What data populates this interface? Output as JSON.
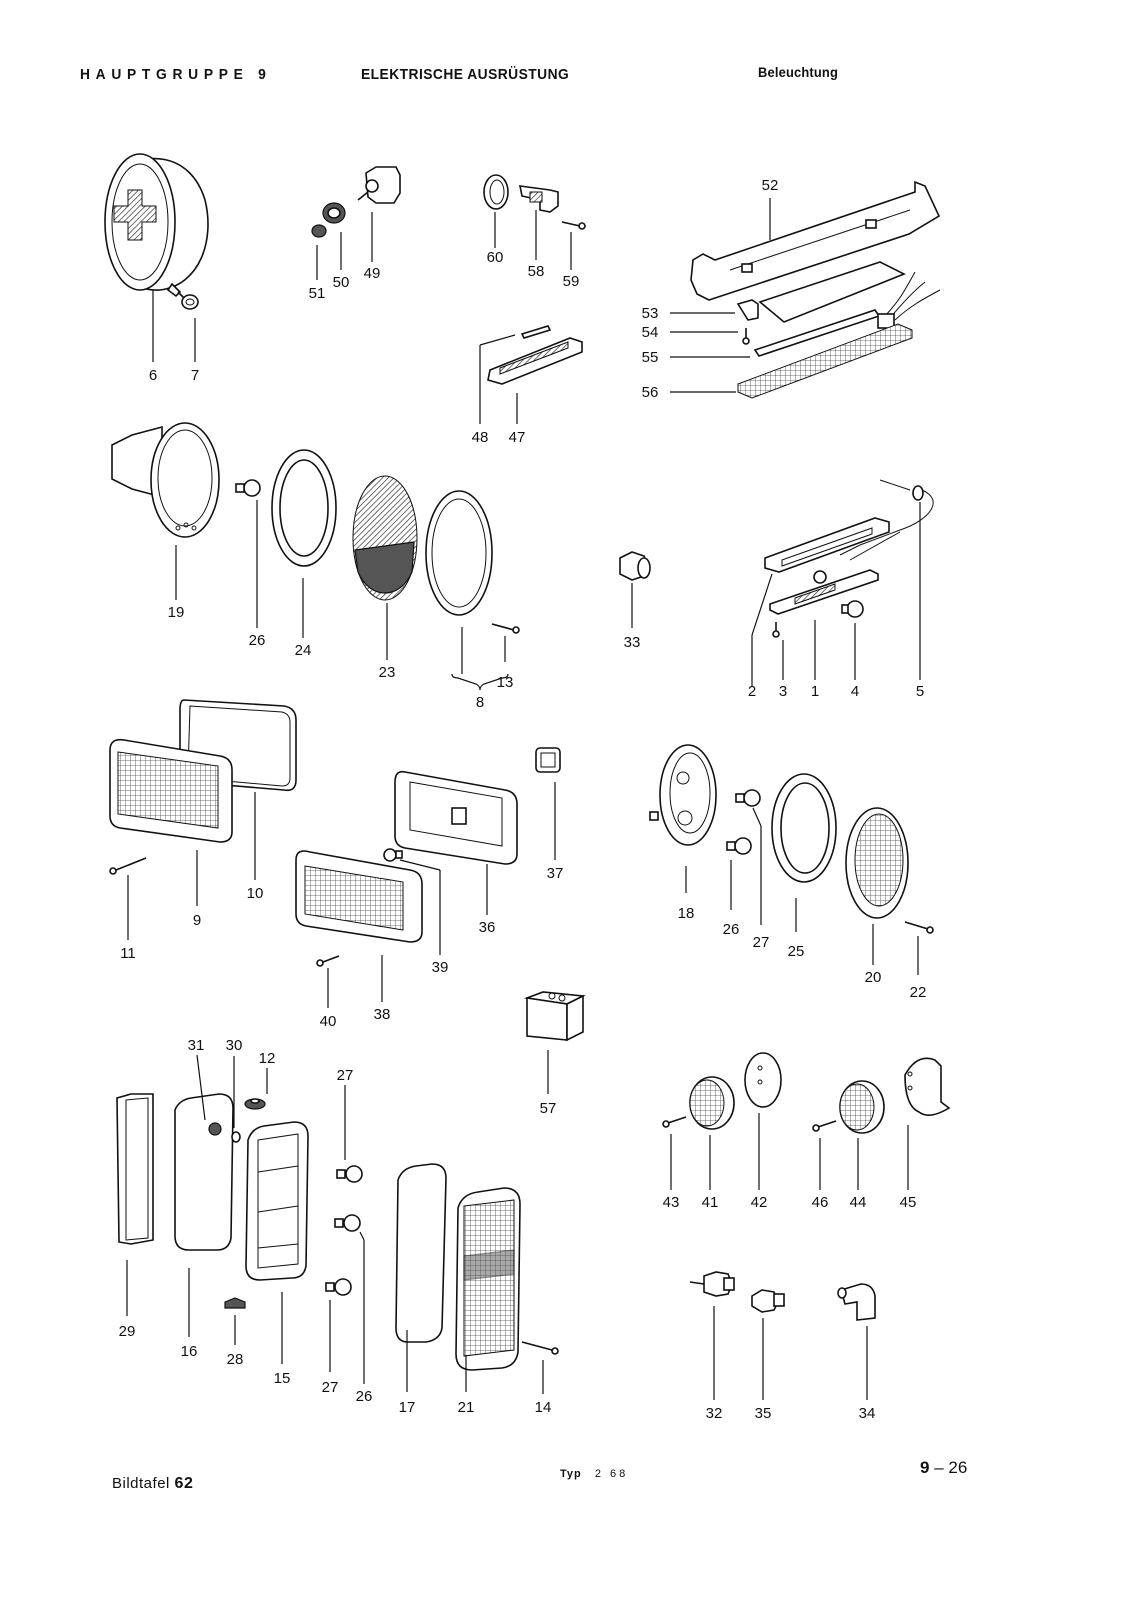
{
  "header": {
    "group": "HAUPTGRUPPE 9",
    "section": "ELEKTRISCHE AUSRÜSTUNG",
    "subsection": "Beleuchtung"
  },
  "footer": {
    "plate_label": "Bildtafel",
    "plate_number": "62",
    "type_label": "Typ",
    "type_value": "2 68",
    "page_group": "9",
    "page_sep": "–",
    "page_number": "26"
  },
  "parts": [
    {
      "id": "p6",
      "label": "6",
      "icon": "headlamp-red-cross"
    },
    {
      "id": "p7",
      "label": "7",
      "icon": "nut"
    },
    {
      "id": "p49",
      "label": "49",
      "icon": "switch"
    },
    {
      "id": "p50",
      "label": "50",
      "icon": "bezel"
    },
    {
      "id": "p51",
      "label": "51",
      "icon": "knob"
    },
    {
      "id": "p60",
      "label": "60",
      "icon": "ring"
    },
    {
      "id": "p58",
      "label": "58",
      "icon": "door-contact-switch"
    },
    {
      "id": "p59",
      "label": "59",
      "icon": "screw"
    },
    {
      "id": "p52",
      "label": "52",
      "icon": "interior-light-housing"
    },
    {
      "id": "p53",
      "label": "53",
      "icon": "bracket"
    },
    {
      "id": "p54",
      "label": "54",
      "icon": "screw"
    },
    {
      "id": "p55",
      "label": "55",
      "icon": "tube-bulb"
    },
    {
      "id": "p56",
      "label": "56",
      "icon": "lens"
    },
    {
      "id": "p48",
      "label": "48",
      "icon": "festoon-bulb"
    },
    {
      "id": "p47",
      "label": "47",
      "icon": "lamp-strip"
    },
    {
      "id": "p19",
      "label": "19",
      "icon": "tail-lamp-housing"
    },
    {
      "id": "p26a",
      "label": "26",
      "icon": "bulb"
    },
    {
      "id": "p24",
      "label": "24",
      "icon": "gasket"
    },
    {
      "id": "p23",
      "label": "23",
      "icon": "tail-lens"
    },
    {
      "id": "p8",
      "label": "8",
      "icon": "assembly-bracket"
    },
    {
      "id": "p13",
      "label": "13",
      "icon": "screw"
    },
    {
      "id": "p33",
      "label": "33",
      "icon": "socket"
    },
    {
      "id": "p2",
      "label": "2",
      "icon": "seal-plate"
    },
    {
      "id": "p3",
      "label": "3",
      "icon": "screw"
    },
    {
      "id": "p1",
      "label": "1",
      "icon": "license-lamp"
    },
    {
      "id": "p4",
      "label": "4",
      "icon": "bulb"
    },
    {
      "id": "p5",
      "label": "5",
      "icon": "grommet-cable"
    },
    {
      "id": "p9",
      "label": "9",
      "icon": "indicator-lens"
    },
    {
      "id": "p10",
      "label": "10",
      "icon": "gasket"
    },
    {
      "id": "p11",
      "label": "11",
      "icon": "screw"
    },
    {
      "id": "p36",
      "label": "36",
      "icon": "indicator-housing"
    },
    {
      "id": "p37",
      "label": "37",
      "icon": "grommet"
    },
    {
      "id": "p39",
      "label": "39",
      "icon": "bulb"
    },
    {
      "id": "p38",
      "label": "38",
      "icon": "indicator-lens"
    },
    {
      "id": "p40",
      "label": "40",
      "icon": "screw"
    },
    {
      "id": "p18",
      "label": "18",
      "icon": "tail-lamp-housing"
    },
    {
      "id": "p26b",
      "label": "26",
      "icon": "bulb"
    },
    {
      "id": "p27a",
      "label": "27",
      "icon": "bulb"
    },
    {
      "id": "p25",
      "label": "25",
      "icon": "gasket"
    },
    {
      "id": "p20",
      "label": "20",
      "icon": "tail-lens"
    },
    {
      "id": "p22",
      "label": "22",
      "icon": "screw"
    },
    {
      "id": "p57",
      "label": "57",
      "icon": "relay"
    },
    {
      "id": "p31",
      "label": "31",
      "icon": "grommet"
    },
    {
      "id": "p30",
      "label": "30",
      "icon": "washer"
    },
    {
      "id": "p12",
      "label": "12",
      "icon": "grommet"
    },
    {
      "id": "p27b",
      "label": "27",
      "icon": "bulb"
    },
    {
      "id": "p29",
      "label": "29",
      "icon": "bulb-holder-frame"
    },
    {
      "id": "p16",
      "label": "16",
      "icon": "gasket"
    },
    {
      "id": "p28",
      "label": "28",
      "icon": "nut"
    },
    {
      "id": "p15",
      "label": "15",
      "icon": "tail-lamp-housing"
    },
    {
      "id": "p27c",
      "label": "27",
      "icon": "bulb"
    },
    {
      "id": "p26c",
      "label": "26",
      "icon": "bulb"
    },
    {
      "id": "p17",
      "label": "17",
      "icon": "gasket"
    },
    {
      "id": "p21",
      "label": "21",
      "icon": "tail-lens"
    },
    {
      "id": "p14",
      "label": "14",
      "icon": "screw"
    },
    {
      "id": "p43",
      "label": "43",
      "icon": "screw"
    },
    {
      "id": "p41",
      "label": "41",
      "icon": "reflector"
    },
    {
      "id": "p42",
      "label": "42",
      "icon": "reflector-base"
    },
    {
      "id": "p46",
      "label": "46",
      "icon": "screw"
    },
    {
      "id": "p44",
      "label": "44",
      "icon": "reflector"
    },
    {
      "id": "p45",
      "label": "45",
      "icon": "reflector-base"
    },
    {
      "id": "p32",
      "label": "32",
      "icon": "sender"
    },
    {
      "id": "p35",
      "label": "35",
      "icon": "oil-pressure-switch"
    },
    {
      "id": "p34",
      "label": "34",
      "icon": "connector-cap"
    }
  ]
}
